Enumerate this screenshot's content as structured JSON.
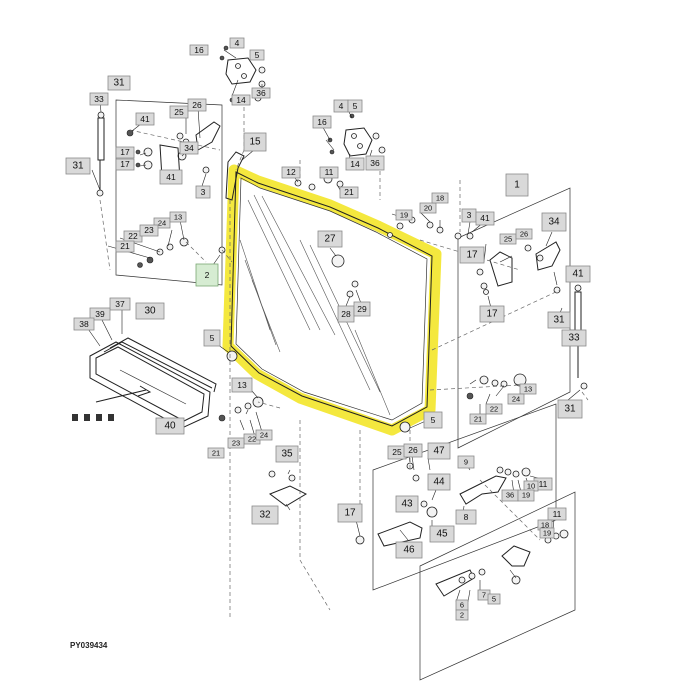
{
  "figure_id": "PY039434",
  "highlight_color": "#f2e41c",
  "callouts": {
    "hinge_top_left": [
      "16",
      "4",
      "5",
      "14",
      "36"
    ],
    "hinge_top_right": [
      "4",
      "5",
      "16",
      "14",
      "36"
    ],
    "left_frame": [
      "31",
      "33",
      "41",
      "25",
      "26",
      "34",
      "17",
      "17",
      "41",
      "3",
      "31",
      "24",
      "13",
      "22",
      "23",
      "21",
      "2",
      "30"
    ],
    "window": [
      "15",
      "12",
      "11",
      "21",
      "27",
      "28",
      "29",
      "5",
      "13",
      "5"
    ],
    "right_frame": [
      "1",
      "20",
      "19",
      "18",
      "3",
      "41",
      "34",
      "25",
      "26",
      "17",
      "17",
      "41",
      "31",
      "33",
      "13",
      "24",
      "22",
      "21",
      "31"
    ],
    "seal": [
      "37",
      "39",
      "38",
      "40"
    ],
    "lower_left": [
      "22",
      "23",
      "24",
      "21",
      "35",
      "32"
    ],
    "latch": [
      "25",
      "26",
      "47",
      "9",
      "44",
      "43",
      "8",
      "45",
      "17",
      "46",
      "11",
      "10",
      "36",
      "19"
    ],
    "handle": [
      "11",
      "18",
      "19",
      "6",
      "7",
      "5",
      "2"
    ]
  }
}
